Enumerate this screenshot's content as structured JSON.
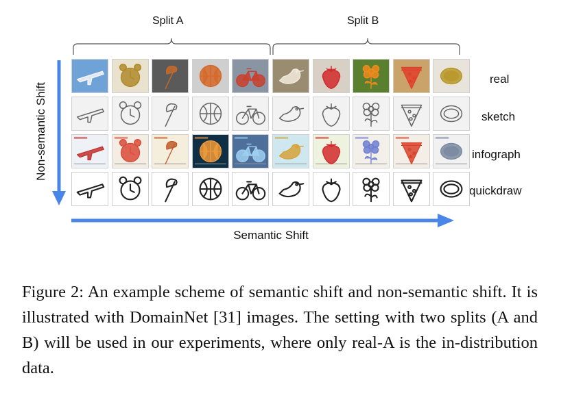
{
  "figure": {
    "splits": [
      {
        "label": "Split A"
      },
      {
        "label": "Split B"
      }
    ],
    "rows": [
      {
        "label": "real"
      },
      {
        "label": "sketch"
      },
      {
        "label": "infograph"
      },
      {
        "label": "quickdraw"
      }
    ],
    "columns": [
      "airplane",
      "alarm clock",
      "axe",
      "basketball",
      "bicycle",
      "bird",
      "strawberry",
      "flower",
      "pizza",
      "bracelet"
    ],
    "x_axis_label": "Semantic Shift",
    "y_axis_label": "Non-semantic Shift",
    "colors": {
      "arrow": "#4a86e8",
      "bracket": "#555555"
    }
  },
  "caption": {
    "text": "Figure 2: An example scheme of semantic shift and non-semantic shift. It is illustrated with DomainNet [31] images. The setting with two splits (A and B) will be used in our experiments, where only real-A is the in-distribution data."
  }
}
